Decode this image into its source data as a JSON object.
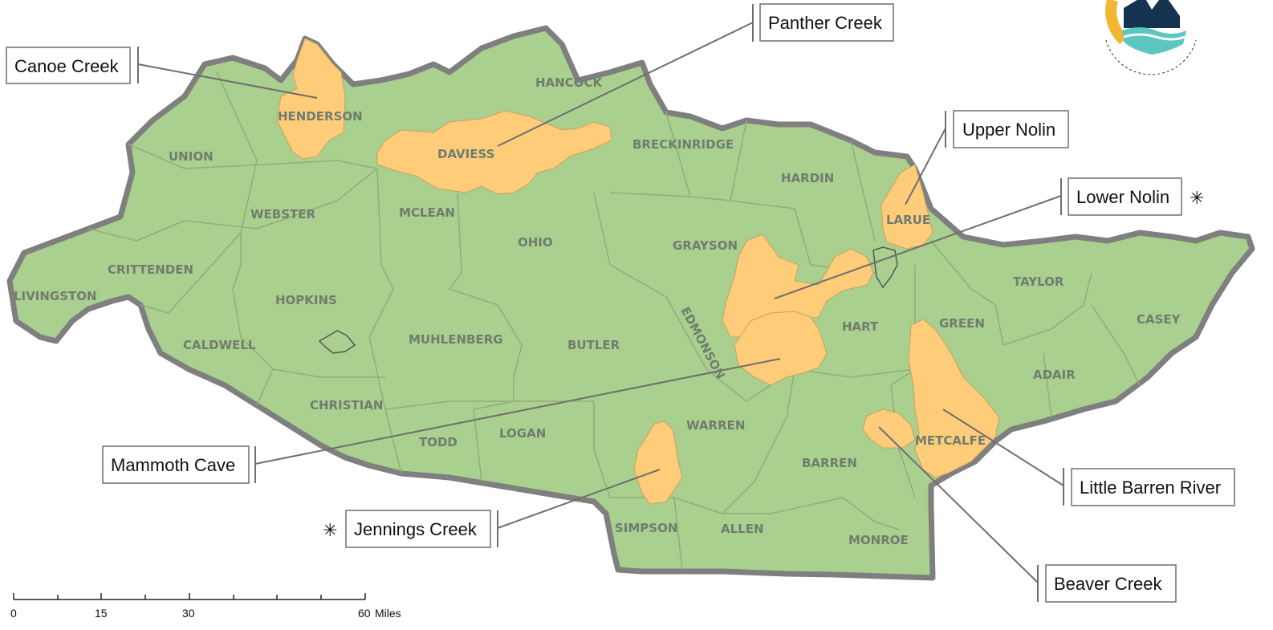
{
  "map": {
    "colors": {
      "region": "#a9d08e",
      "watershed": "#ffcc7a",
      "outline": "#7f7f7f",
      "county_line": "#8fae78",
      "label": "#6f7d70"
    },
    "counties": [
      "HENDERSON",
      "HANCOCK",
      "UNION",
      "DAVIESS",
      "BRECKINRIDGE",
      "HARDIN",
      "WEBSTER",
      "MCLEAN",
      "LARUE",
      "OHIO",
      "GRAYSON",
      "CRITTENDEN",
      "TAYLOR",
      "LIVINGSTON",
      "HOPKINS",
      "CASEY",
      "HART",
      "GREEN",
      "MUHLENBERG",
      "BUTLER",
      "CALDWELL",
      "EDMONSON",
      "ADAIR",
      "CHRISTIAN",
      "WARREN",
      "METCALFE",
      "TODD",
      "LOGAN",
      "BARREN",
      "SIMPSON",
      "ALLEN",
      "MONROE"
    ],
    "watersheds": [
      {
        "name": "Canoe Creek",
        "starred": false
      },
      {
        "name": "Panther Creek",
        "starred": false
      },
      {
        "name": "Upper Nolin",
        "starred": false
      },
      {
        "name": "Lower Nolin",
        "starred": true
      },
      {
        "name": "Mammoth Cave",
        "starred": false
      },
      {
        "name": "Jennings Creek",
        "starred": true
      },
      {
        "name": "Little Barren River",
        "starred": false
      },
      {
        "name": "Beaver Creek",
        "starred": false
      }
    ],
    "star_symbol": "✳",
    "scale_bar": {
      "ticks": [
        "0",
        "15",
        "30",
        "60"
      ],
      "unit": "Miles"
    },
    "logo_icon": "energy-environment-cabinet-seal-icon"
  }
}
